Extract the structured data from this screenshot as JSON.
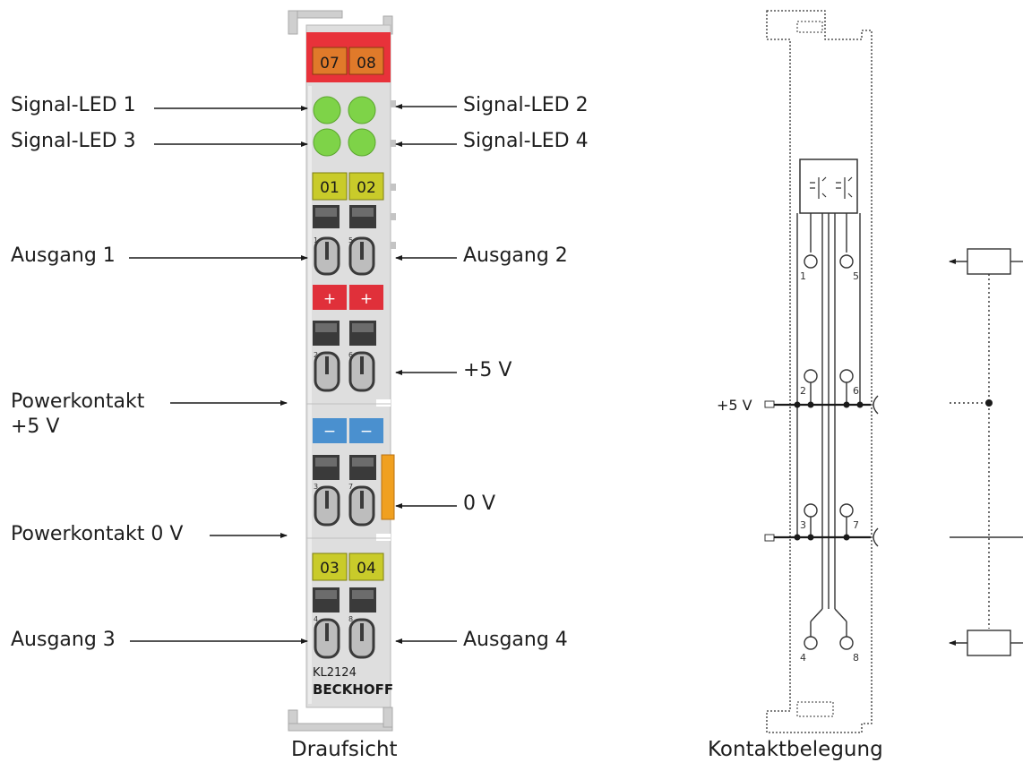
{
  "terminal": {
    "top_labels": [
      "07",
      "08"
    ],
    "mid_labels_a": [
      "01",
      "02"
    ],
    "plus_symbol": "+",
    "minus_symbol": "−",
    "mid_labels_b": [
      "03",
      "04"
    ],
    "pin_numbers": [
      "1",
      "5",
      "2",
      "6",
      "3",
      "7",
      "4",
      "8"
    ],
    "model": "KL2124",
    "brand": "BECKHOFF",
    "colors": {
      "top_header": "#e8323a",
      "orange_label": "#e07a2a",
      "yellow_label": "#c9cb2a",
      "led_green": "#7ed348",
      "plus_red": "#e0303a",
      "minus_blue": "#4a90cf",
      "body_grey": "#dedede",
      "orange_tab": "#f0a020"
    }
  },
  "callouts": {
    "left": {
      "signal_led_1": "Signal-LED 1",
      "signal_led_3": "Signal-LED 3",
      "output_1": "Ausgang 1",
      "power_contact_5v_line1": "Powerkontakt",
      "power_contact_5v_line2": "+5 V",
      "power_contact_0v": "Powerkontakt 0 V",
      "output_3": "Ausgang 3"
    },
    "right": {
      "signal_led_2": "Signal-LED 2",
      "signal_led_4": "Signal-LED 4",
      "output_2": "Ausgang 2",
      "plus_5v": "+5 V",
      "zero_v": "0 V",
      "output_4": "Ausgang 4"
    }
  },
  "schematic": {
    "supply_label": "+5 V",
    "pins": [
      "1",
      "5",
      "2",
      "6",
      "3",
      "7",
      "4",
      "8"
    ]
  },
  "captions": {
    "top_view": "Draufsicht",
    "contact_assignment": "Kontaktbelegung"
  }
}
